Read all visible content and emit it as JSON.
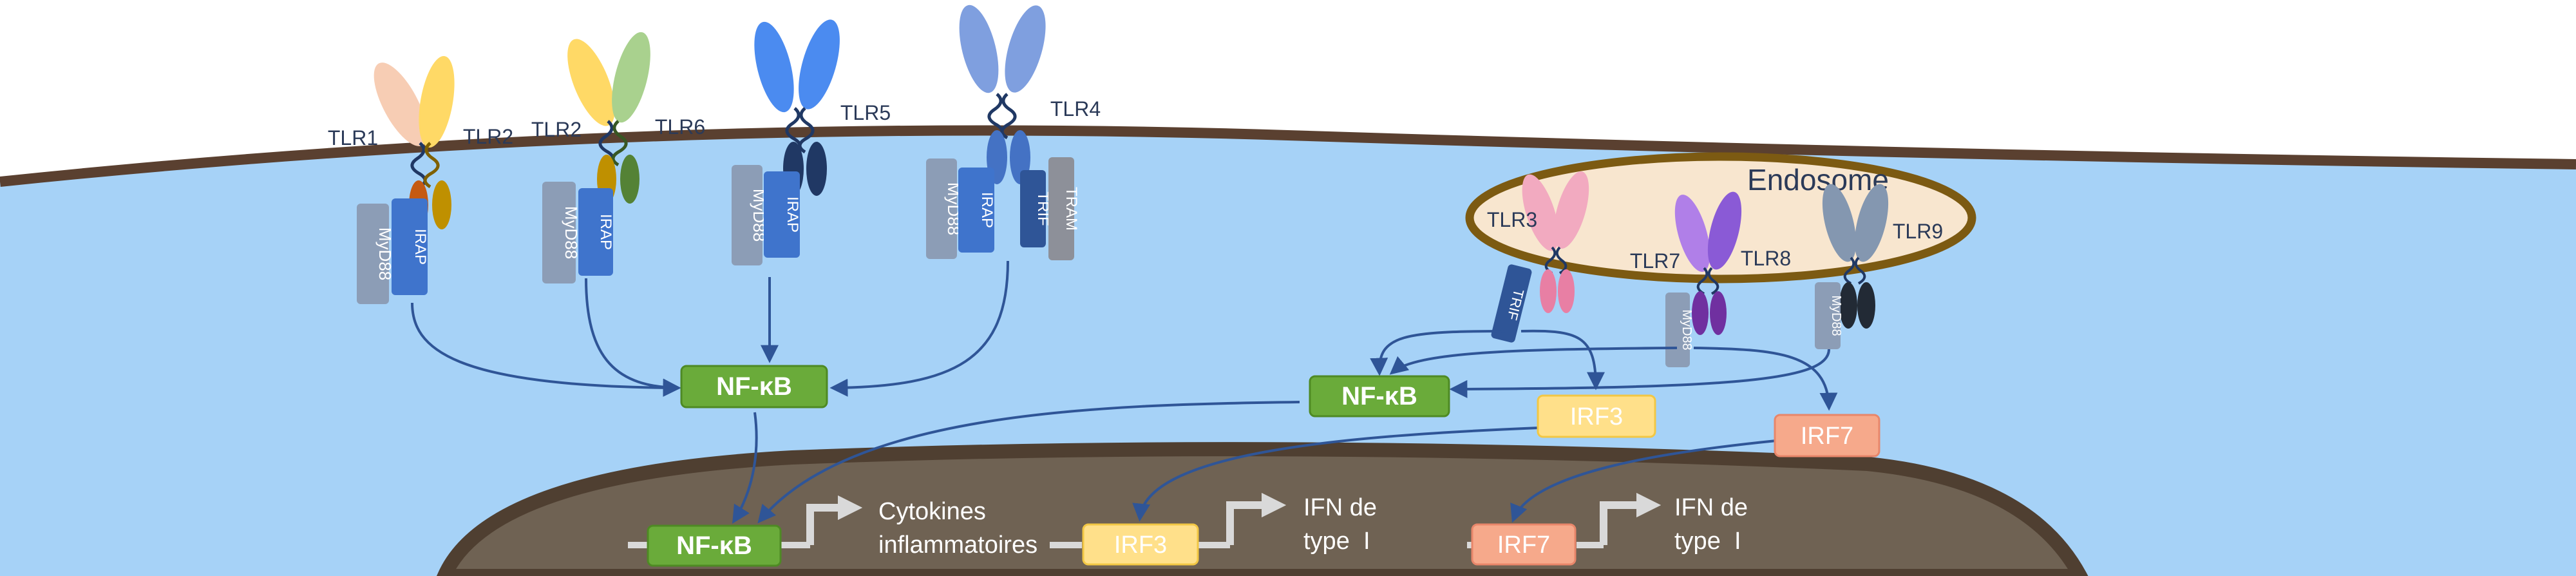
{
  "compartments": {
    "endosome": "Endosome"
  },
  "receptors": {
    "tlr1": "TLR1",
    "tlr2a": "TLR2",
    "tlr2b": "TLR2",
    "tlr6": "TLR6",
    "tlr5": "TLR5",
    "tlr4": "TLR4",
    "tlr3": "TLR3",
    "tlr7": "TLR7",
    "tlr8": "TLR8",
    "tlr9": "TLR9"
  },
  "adaptors": {
    "myd88": "MyD88",
    "irap": "IRAP",
    "trif": "TRIF",
    "tram": "TRAM"
  },
  "factors": {
    "nfkb": "NF-κB",
    "irf3": "IRF3",
    "irf7": "IRF7"
  },
  "genes": {
    "cytokines_line1": "Cytokines",
    "cytokines_line2": "inflammatoires",
    "ifn_line1": "IFN de",
    "ifn_line2": "type  I"
  },
  "colors": {
    "cytoplasm": "#a6d2f7",
    "membrane": "#5a4030",
    "nucleus": "#6f6253",
    "nucleus_rim": "#4f3f31",
    "endosome_fill": "#f8e6cf",
    "endosome_rim": "#7c5a12",
    "nfkb": "#6aab3a",
    "irf3": "#ffe08a",
    "irf7": "#f6a98b",
    "myd88": "#8c9db6",
    "irap": "#3f74cc",
    "trif": "#2f5597",
    "tram": "#8d9099",
    "arrow": "#2f5597",
    "promoter": "#d9d9d9"
  }
}
